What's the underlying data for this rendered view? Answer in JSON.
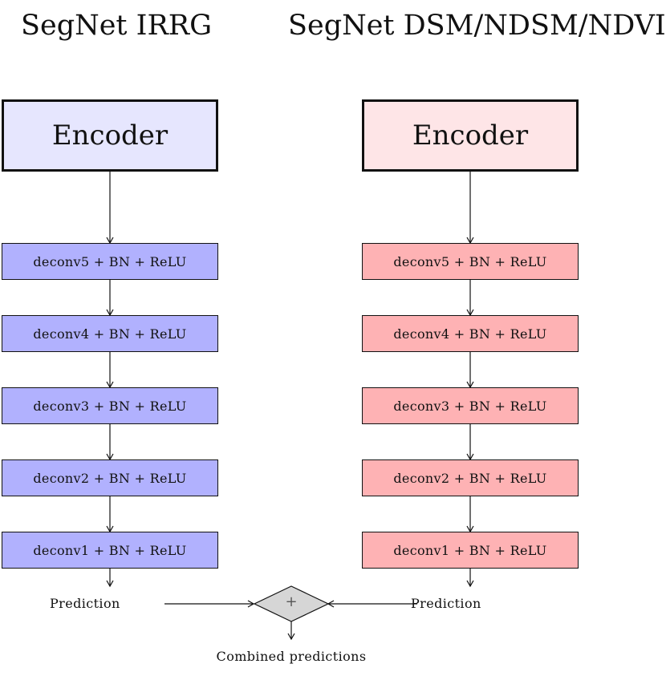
{
  "colors": {
    "left_encoder_fill": "#e6e6fe",
    "left_layer_fill": "#b1b1fe",
    "right_encoder_fill": "#fee5e7",
    "right_layer_fill": "#feb2b4",
    "combiner_fill": "#d6d6d6"
  },
  "left": {
    "title": "SegNet IRRG",
    "encoder": "Encoder",
    "layers": [
      "deconv5 + BN + ReLU",
      "deconv4 + BN + ReLU",
      "deconv3 + BN + ReLU",
      "deconv2 + BN + ReLU",
      "deconv1 + BN + ReLU"
    ],
    "output": "Prediction"
  },
  "right": {
    "title": "SegNet DSM/NDSM/NDVI",
    "encoder": "Encoder",
    "layers": [
      "deconv5 + BN + ReLU",
      "deconv4 + BN + ReLU",
      "deconv3 + BN + ReLU",
      "deconv2 + BN + ReLU",
      "deconv1 + BN + ReLU"
    ],
    "output": "Prediction"
  },
  "combiner": {
    "symbol": "+",
    "output": "Combined predictions"
  }
}
